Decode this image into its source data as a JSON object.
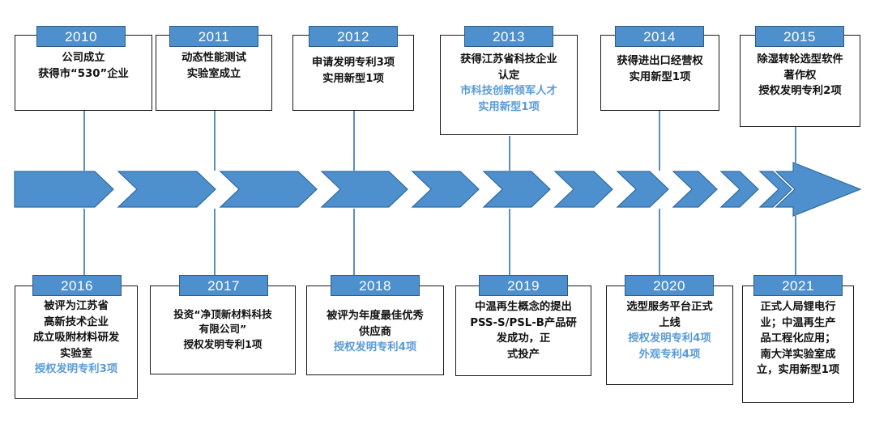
{
  "figure": {
    "type": "timeline",
    "orientation": "horizontal",
    "title": "",
    "accent_color": "#4E90CD",
    "highlight_text_color": "#5B9BD5",
    "box_border_color": "#1a1a1a",
    "year_tab_text_color": "#FFFFFF",
    "connector_color": "#5B8FBF"
  },
  "timeline": {
    "arrow_direction": "right",
    "chevron_count": 13,
    "arrow_label": "timeline-arrow"
  },
  "milestones_top": [
    {
      "year": "2010",
      "lines": [
        {
          "text": "公司成立",
          "highlight": false
        },
        {
          "text": "获得市“530”企业",
          "highlight": false
        }
      ]
    },
    {
      "year": "2011",
      "lines": [
        {
          "text": "动态性能测试",
          "highlight": false
        },
        {
          "text": "实验室成立",
          "highlight": false
        }
      ]
    },
    {
      "year": "2012",
      "lines": [
        {
          "text": "申请发明专利3项",
          "highlight": false
        },
        {
          "text": "实用新型1项",
          "highlight": false
        }
      ]
    },
    {
      "year": "2013",
      "lines": [
        {
          "text": "获得江苏省科技企业",
          "highlight": false
        },
        {
          "text": "认定",
          "highlight": false
        },
        {
          "text": "市科技创新领军人才",
          "highlight": true
        },
        {
          "text": "实用新型1项",
          "highlight": true
        }
      ]
    },
    {
      "year": "2014",
      "lines": [
        {
          "text": "获得进出口经营权",
          "highlight": false
        },
        {
          "text": "实用新型1项",
          "highlight": false
        }
      ]
    },
    {
      "year": "2015",
      "lines": [
        {
          "text": "除湿转轮选型软件",
          "highlight": false
        },
        {
          "text": "著作权",
          "highlight": false
        },
        {
          "text": "授权发明专利2项",
          "highlight": false
        }
      ]
    }
  ],
  "milestones_bottom": [
    {
      "year": "2016",
      "lines": [
        {
          "text": "被评为江苏省",
          "highlight": false
        },
        {
          "text": "高新技术企业",
          "highlight": false
        },
        {
          "text": "成立吸附材料研发",
          "highlight": false
        },
        {
          "text": "实验室",
          "highlight": false
        },
        {
          "text": "授权发明专利3项",
          "highlight": true
        }
      ]
    },
    {
      "year": "2017",
      "lines": [
        {
          "text": "投资“净顶新材料科技",
          "highlight": false
        },
        {
          "text": "有限公司”",
          "highlight": false
        },
        {
          "text": "授权发明专利1项",
          "highlight": false
        }
      ]
    },
    {
      "year": "2018",
      "lines": [
        {
          "text": "被评为年度最佳优秀",
          "highlight": false
        },
        {
          "text": "供应商",
          "highlight": false
        },
        {
          "text": "授权发明专利4项",
          "highlight": true
        }
      ]
    },
    {
      "year": "2019",
      "lines": [
        {
          "text": "中温再生概念的提出",
          "highlight": false
        },
        {
          "text": "PSS-S/PSL-B产品研",
          "highlight": false
        },
        {
          "text": "发成功，正",
          "highlight": false
        },
        {
          "text": "式投产",
          "highlight": false
        }
      ]
    },
    {
      "year": "2020",
      "lines": [
        {
          "text": "选型服务平台正式",
          "highlight": false
        },
        {
          "text": "上线",
          "highlight": false
        },
        {
          "text": "授权发明专利4项",
          "highlight": true
        },
        {
          "text": "外观专利4项",
          "highlight": true
        }
      ]
    },
    {
      "year": "2021",
      "lines": [
        {
          "text": "正式人局锂电行",
          "highlight": false
        },
        {
          "text": "业；中温再生产",
          "highlight": false
        },
        {
          "text": "品工程化应用；",
          "highlight": false
        },
        {
          "text": "南大洋实验室成",
          "highlight": false
        },
        {
          "text": "立，实用新型1项",
          "highlight": false
        }
      ]
    }
  ]
}
